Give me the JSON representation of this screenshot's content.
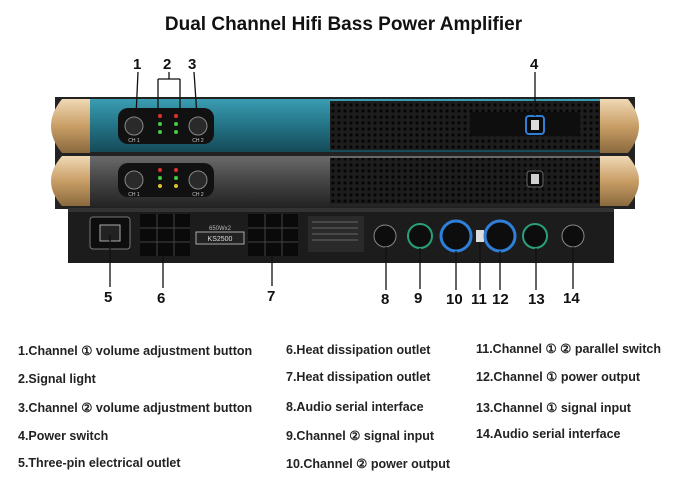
{
  "title": "Dual Channel Hifi Bass Power Amplifier",
  "callouts": [
    "1",
    "2",
    "3",
    "4",
    "5",
    "6",
    "7",
    "8",
    "9",
    "10",
    "11",
    "12",
    "13",
    "14"
  ],
  "panel_text": {
    "ch1": "CH 1",
    "ch2": "CH 2",
    "model": "KS2500",
    "rating": "650Wx2"
  },
  "legend": [
    "1.Channel ① volume adjustment button",
    "2.Signal light",
    "3.Channel ② volume adjustment button",
    "4.Power switch",
    "5.Three-pin electrical outlet",
    "6.Heat dissipation outlet",
    "7.Heat dissipation outlet",
    "8.Audio serial interface",
    "9.Channel ② signal input",
    "10.Channel ② power output",
    "11.Channel ① ② parallel switch",
    "12.Channel ① power output",
    "13.Channel ① signal input",
    "14.Audio serial interface"
  ],
  "colors": {
    "top_unit": "#2a7f92",
    "middle_unit": "#4a4a4a",
    "back_panel": "#1c1c1c",
    "handle": "#d9b98a",
    "speakon_ring": "#2f7fd8",
    "xlr_ring": "#2aa07a"
  }
}
